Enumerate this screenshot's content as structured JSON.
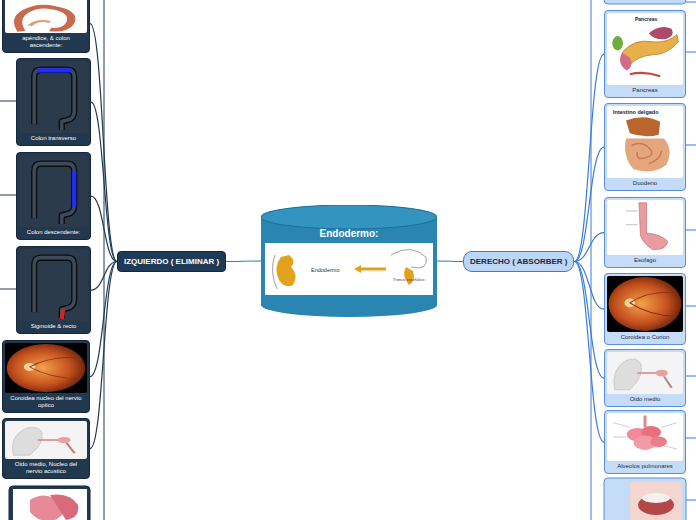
{
  "diagram": {
    "nodes": [
      {
        "text": [
          "Endodermo:"
        ]
      },
      {
        "text": [
          "IZQUIERDO ( ELIMINAR )"
        ]
      },
      {
        "text": [
          "DERECHO ( ABSORBER )"
        ]
      },
      {
        "text": [
          "apéndice,  & colon ascendente:"
        ]
      },
      {
        "text": [
          "Colon transverso"
        ]
      },
      {
        "text": [
          "Colon descendente:"
        ]
      },
      {
        "text": [
          "Sigmoide & recto"
        ]
      },
      {
        "text": [
          "Coroidea nucleo del nervio optico"
        ]
      },
      {
        "text": [
          "Oido medio, Nucleo del nervio acustico"
        ]
      },
      {
        "text": [
          "Pancreas"
        ]
      },
      {
        "text": [
          "Duodeno"
        ]
      },
      {
        "text": [
          "Esofago"
        ]
      },
      {
        "text": [
          "Coroidea o Corion"
        ]
      },
      {
        "text": [
          "Oido medio"
        ]
      },
      {
        "text": [
          "Alveolos pulmonares"
        ]
      }
    ],
    "edges": [
      {
        "from": 0,
        "to": 1,
        "arrow": "none"
      },
      {
        "from": 0,
        "to": 2,
        "arrow": "none"
      },
      {
        "from": 1,
        "to": 3,
        "arrow": "none"
      },
      {
        "from": 1,
        "to": 4,
        "arrow": "none"
      },
      {
        "from": 1,
        "to": 5,
        "arrow": "none"
      },
      {
        "from": 1,
        "to": 6,
        "arrow": "none"
      },
      {
        "from": 1,
        "to": 7,
        "arrow": "none"
      },
      {
        "from": 1,
        "to": 8,
        "arrow": "none"
      },
      {
        "from": 2,
        "to": 9,
        "arrow": "none"
      },
      {
        "from": 2,
        "to": 10,
        "arrow": "none"
      },
      {
        "from": 2,
        "to": 11,
        "arrow": "none"
      },
      {
        "from": 2,
        "to": 12,
        "arrow": "none"
      },
      {
        "from": 2,
        "to": 13,
        "arrow": "none"
      },
      {
        "from": 2,
        "to": 14,
        "arrow": "none"
      }
    ],
    "labels": [
      "Endodermo",
      "Tronco encefálico",
      "Pancreas",
      "Intestino delgado"
    ]
  }
}
